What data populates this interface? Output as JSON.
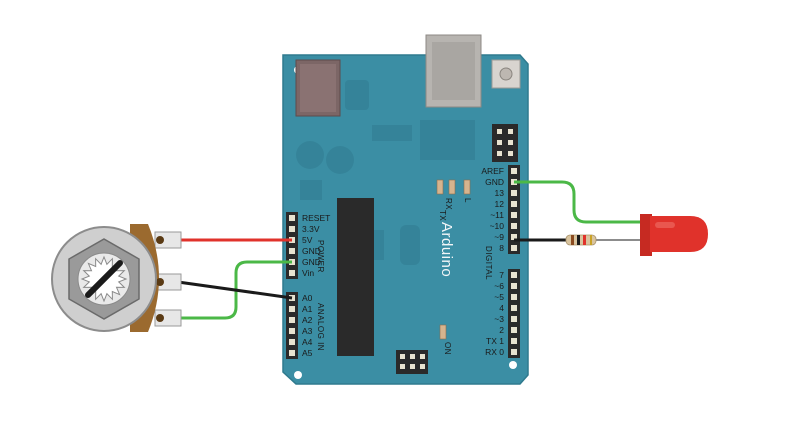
{
  "board": {
    "brand": "Arduino",
    "color": "#3b8ea4",
    "power_label": "POWER",
    "analog_label": "ANALOG IN",
    "digital_label": "DIGITAL",
    "on_label": "ON",
    "tx_led": "TX",
    "rx_led": "RX",
    "l_led": "L"
  },
  "power_pins": [
    "RESET",
    "3.3V",
    "5V",
    "GND",
    "GND",
    "Vin"
  ],
  "analog_pins": [
    "A0",
    "A1",
    "A2",
    "A3",
    "A4",
    "A5"
  ],
  "digital_upper": [
    "AREF",
    "GND",
    "13",
    "12",
    "~11",
    "~10",
    "~9",
    "8"
  ],
  "digital_lower": [
    "7",
    "~6",
    "~5",
    "4",
    "~3",
    "2",
    "TX  1",
    "RX  0"
  ],
  "wires": {
    "red": "#e0322b",
    "green": "#4bb847",
    "black": "#1a1a1a"
  },
  "led_color": "#e0322b"
}
